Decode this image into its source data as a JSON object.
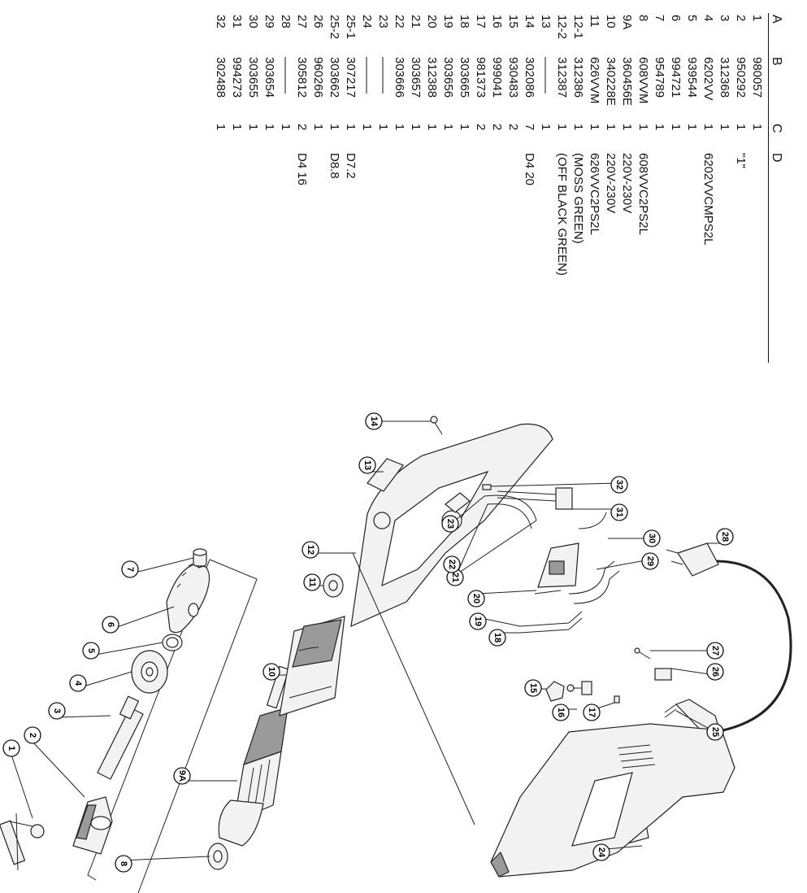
{
  "parts_table": {
    "headers": [
      "A",
      "B",
      "C",
      "D"
    ],
    "rows": [
      {
        "a": "1",
        "b": "980057",
        "c": "1",
        "d": ""
      },
      {
        "a": "2",
        "b": "950292",
        "c": "1",
        "d": "\"1\""
      },
      {
        "a": "3",
        "b": "312368",
        "c": "1",
        "d": ""
      },
      {
        "a": "4",
        "b": "6202VV",
        "c": "1",
        "d": "6202VVCMPS2L"
      },
      {
        "a": "5",
        "b": "939544",
        "c": "1",
        "d": ""
      },
      {
        "a": "6",
        "b": "994721",
        "c": "1",
        "d": ""
      },
      {
        "a": "7",
        "b": "954789",
        "c": "1",
        "d": ""
      },
      {
        "a": "8",
        "b": "608VVM",
        "c": "1",
        "d": "608VVC2PS2L"
      },
      {
        "a": "9A",
        "b": "360456E",
        "c": "1",
        "d": "220V-230V"
      },
      {
        "a": "10",
        "b": "340228E",
        "c": "1",
        "d": "220V-230V"
      },
      {
        "a": "11",
        "b": "626VVM",
        "c": "1",
        "d": "626VVC2PS2L"
      },
      {
        "a": "12-1",
        "b": "312386",
        "c": "1",
        "d": "(MOSS  GREEN)"
      },
      {
        "a": "12-2",
        "b": "312387",
        "c": "1",
        "d": "(OFF  BLACK  GREEN)"
      },
      {
        "a": "13",
        "b": "———",
        "c": "1",
        "d": ""
      },
      {
        "a": "14",
        "b": "302086",
        "c": "7",
        "d": "D4  20"
      },
      {
        "a": "15",
        "b": "930483",
        "c": "2",
        "d": ""
      },
      {
        "a": "16",
        "b": "999041",
        "c": "2",
        "d": ""
      },
      {
        "a": "17",
        "b": "981373",
        "c": "2",
        "d": ""
      },
      {
        "a": "18",
        "b": "303665",
        "c": "1",
        "d": ""
      },
      {
        "a": "19",
        "b": "303656",
        "c": "1",
        "d": ""
      },
      {
        "a": "20",
        "b": "312388",
        "c": "1",
        "d": ""
      },
      {
        "a": "21",
        "b": "303657",
        "c": "1",
        "d": ""
      },
      {
        "a": "22",
        "b": "303666",
        "c": "1",
        "d": ""
      },
      {
        "a": "23",
        "b": "———",
        "c": "1",
        "d": ""
      },
      {
        "a": "24",
        "b": "———",
        "c": "1",
        "d": ""
      },
      {
        "a": "25-1",
        "b": "307217",
        "c": "1",
        "d": "D7.2"
      },
      {
        "a": "25-2",
        "b": "303662",
        "c": "1",
        "d": "D8.8"
      },
      {
        "a": "26",
        "b": "960266",
        "c": "1",
        "d": ""
      },
      {
        "a": "27",
        "b": "305812",
        "c": "2",
        "d": "D4  16"
      },
      {
        "a": "28",
        "b": "———",
        "c": "1",
        "d": ""
      },
      {
        "a": "29",
        "b": "303654",
        "c": "1",
        "d": ""
      },
      {
        "a": "30",
        "b": "303655",
        "c": "1",
        "d": ""
      },
      {
        "a": "31",
        "b": "994273",
        "c": "1",
        "d": ""
      },
      {
        "a": "32",
        "b": "302488",
        "c": "1",
        "d": ""
      }
    ]
  },
  "callouts": [
    "1",
    "2",
    "3",
    "4",
    "5",
    "6",
    "7",
    "8",
    "9A",
    "10",
    "11",
    "12",
    "13",
    "14",
    "15",
    "16",
    "17",
    "18",
    "19",
    "20",
    "21",
    "22",
    "23",
    "24",
    "25",
    "26",
    "27",
    "28",
    "29",
    "30",
    "31",
    "32"
  ]
}
